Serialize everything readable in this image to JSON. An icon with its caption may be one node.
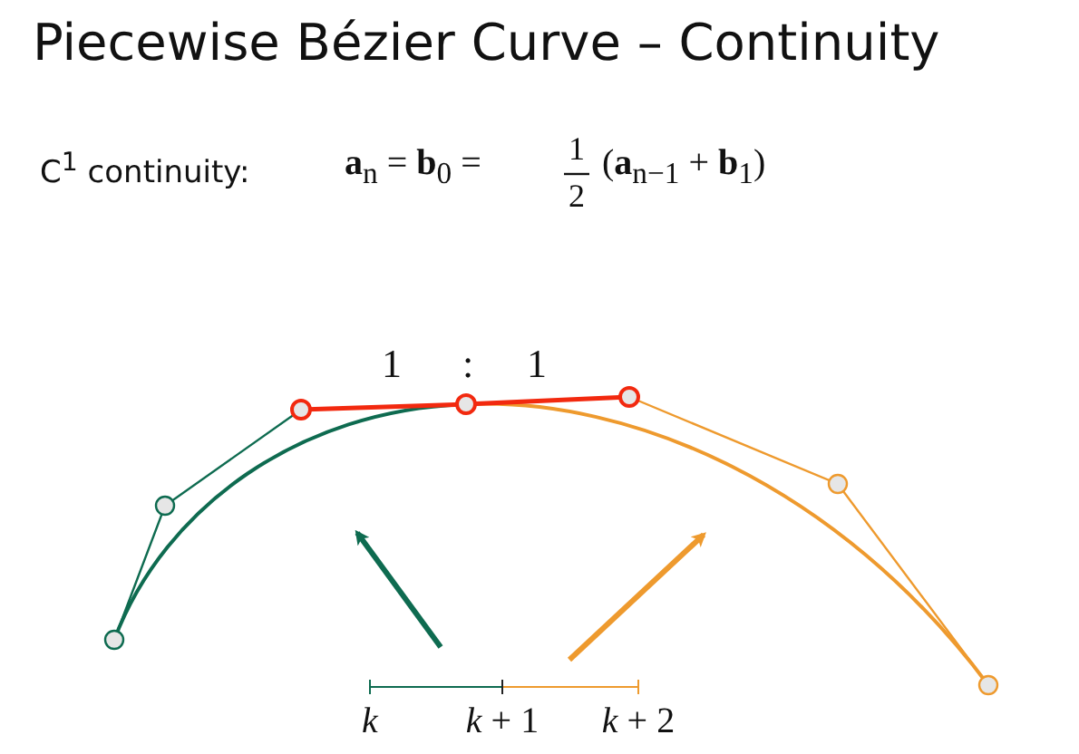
{
  "diagram": {
    "title": "Piecewise Bézier Curve – Continuity",
    "labels": [
      "C$^{1}$ continuity:",
      "**a**$_{n}$ = **b**$_{0}$ =",
      "1",
      "2",
      "(**a**$_{n−1}$ + **b**$_{1}$)",
      "1",
      ":",
      "1",
      "*k*",
      "*k* + 1",
      "*k* + 2"
    ]
  }
}
